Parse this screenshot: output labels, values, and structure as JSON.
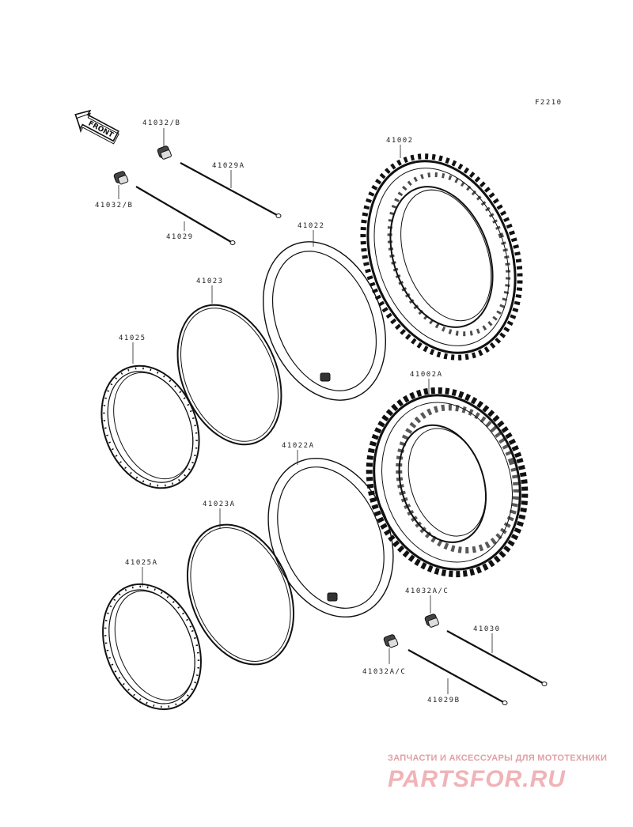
{
  "figure_code": "F2210",
  "front_label": "FRONT",
  "labels": {
    "tire_front": "41002",
    "tire_rear": "41002A",
    "tube_front": "41022",
    "tube_rear": "41022A",
    "rimband_front": "41023",
    "rimband_rear": "41023A",
    "rim_front": "41025",
    "rim_rear": "41025A",
    "nipple_front_upper": "41032/B",
    "nipple_front_lower": "41032/B",
    "spoke_front_upper": "41029A",
    "spoke_front_lower": "41029",
    "nipple_rear_upper": "41032A/C",
    "nipple_rear_lower": "41032A/C",
    "spoke_rear_upper": "41030",
    "spoke_rear_lower": "41029B"
  },
  "watermark": {
    "tagline": "ЗАПЧАСТИ И АКСЕССУАРЫ ДЛЯ МОТОТЕХНИКИ",
    "logo": "PARTSFOR.RU"
  },
  "colors": {
    "line": "#111111",
    "watermark": "#e8a3a8"
  }
}
